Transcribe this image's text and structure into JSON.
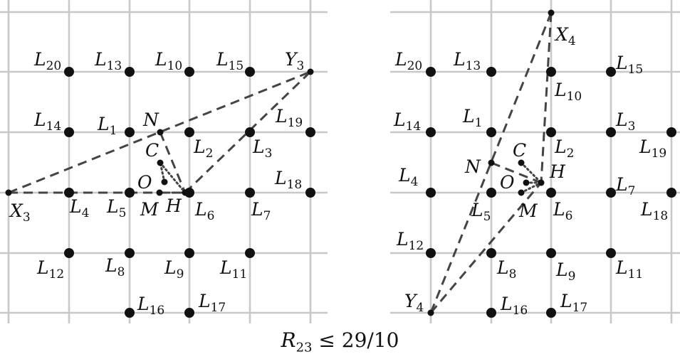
{
  "caption": {
    "var": "R",
    "sub": "23",
    "rest": " ≤ 29/10"
  },
  "panels": [
    {
      "id": "left",
      "points": [
        {
          "id": "L20",
          "label": "L",
          "sub": "20"
        },
        {
          "id": "L13",
          "label": "L",
          "sub": "13"
        },
        {
          "id": "L10",
          "label": "L",
          "sub": "10"
        },
        {
          "id": "L15",
          "label": "L",
          "sub": "15"
        },
        {
          "id": "Y3",
          "label": "Y",
          "sub": "3"
        },
        {
          "id": "L14",
          "label": "L",
          "sub": "14"
        },
        {
          "id": "L1",
          "label": "L",
          "sub": "1"
        },
        {
          "id": "N",
          "label": "N",
          "sub": ""
        },
        {
          "id": "L2",
          "label": "L",
          "sub": "2"
        },
        {
          "id": "L3",
          "label": "L",
          "sub": "3"
        },
        {
          "id": "L19",
          "label": "L",
          "sub": "19"
        },
        {
          "id": "C",
          "label": "C",
          "sub": ""
        },
        {
          "id": "X3",
          "label": "X",
          "sub": "3"
        },
        {
          "id": "L4",
          "label": "L",
          "sub": "4"
        },
        {
          "id": "L5",
          "label": "L",
          "sub": "5"
        },
        {
          "id": "O",
          "label": "O",
          "sub": ""
        },
        {
          "id": "M",
          "label": "M",
          "sub": ""
        },
        {
          "id": "H",
          "label": "H",
          "sub": ""
        },
        {
          "id": "L6",
          "label": "L",
          "sub": "6"
        },
        {
          "id": "L7",
          "label": "L",
          "sub": "7"
        },
        {
          "id": "L18",
          "label": "L",
          "sub": "18"
        },
        {
          "id": "L12",
          "label": "L",
          "sub": "12"
        },
        {
          "id": "L8",
          "label": "L",
          "sub": "8"
        },
        {
          "id": "L9",
          "label": "L",
          "sub": "9"
        },
        {
          "id": "L11",
          "label": "L",
          "sub": "11"
        },
        {
          "id": "L16",
          "label": "L",
          "sub": "16"
        },
        {
          "id": "L17",
          "label": "L",
          "sub": "17"
        }
      ]
    },
    {
      "id": "right",
      "points": [
        {
          "id": "X4",
          "label": "X",
          "sub": "4"
        },
        {
          "id": "L20",
          "label": "L",
          "sub": "20"
        },
        {
          "id": "L13",
          "label": "L",
          "sub": "13"
        },
        {
          "id": "L10",
          "label": "L",
          "sub": "10"
        },
        {
          "id": "L15",
          "label": "L",
          "sub": "15"
        },
        {
          "id": "L14",
          "label": "L",
          "sub": "14"
        },
        {
          "id": "L1",
          "label": "L",
          "sub": "1"
        },
        {
          "id": "L2",
          "label": "L",
          "sub": "2"
        },
        {
          "id": "L3",
          "label": "L",
          "sub": "3"
        },
        {
          "id": "L19",
          "label": "L",
          "sub": "19"
        },
        {
          "id": "N",
          "label": "N",
          "sub": ""
        },
        {
          "id": "C",
          "label": "C",
          "sub": ""
        },
        {
          "id": "H",
          "label": "H",
          "sub": ""
        },
        {
          "id": "L4",
          "label": "L",
          "sub": "4"
        },
        {
          "id": "O",
          "label": "O",
          "sub": ""
        },
        {
          "id": "L7",
          "label": "L",
          "sub": "7"
        },
        {
          "id": "L5",
          "label": "L",
          "sub": "5"
        },
        {
          "id": "M",
          "label": "M",
          "sub": ""
        },
        {
          "id": "L6",
          "label": "L",
          "sub": "6"
        },
        {
          "id": "L18",
          "label": "L",
          "sub": "18"
        },
        {
          "id": "L12",
          "label": "L",
          "sub": "12"
        },
        {
          "id": "L8",
          "label": "L",
          "sub": "8"
        },
        {
          "id": "L9",
          "label": "L",
          "sub": "9"
        },
        {
          "id": "L11",
          "label": "L",
          "sub": "11"
        },
        {
          "id": "Y4",
          "label": "Y",
          "sub": "4"
        },
        {
          "id": "L16",
          "label": "L",
          "sub": "16"
        },
        {
          "id": "L17",
          "label": "L",
          "sub": "17"
        }
      ]
    }
  ]
}
